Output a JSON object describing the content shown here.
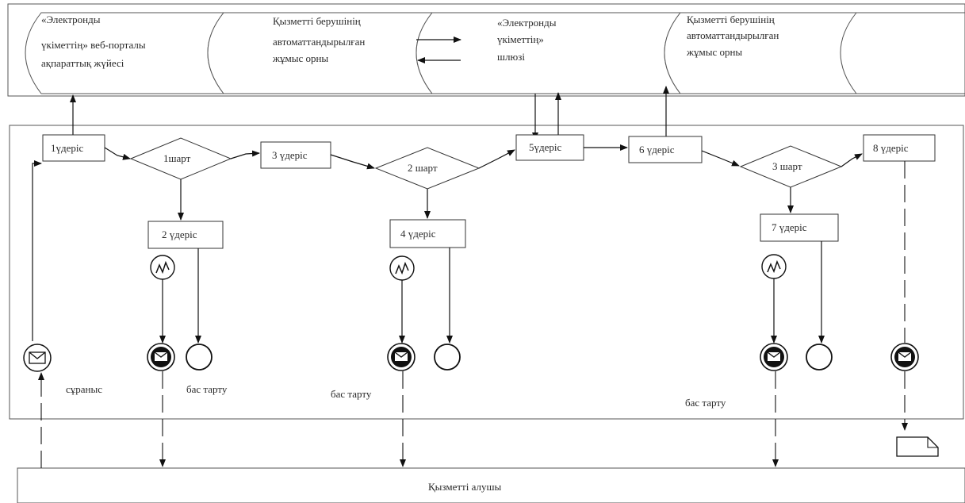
{
  "lanes": {
    "portal": [
      "«Электронды",
      "үкіметтің» веб-порталы",
      "ақпараттық жүйесі"
    ],
    "provider_workstation_1": [
      "Қызметті берушінің",
      "автоматтандырылған",
      "жұмыс орны"
    ],
    "gateway": [
      "«Электронды",
      "үкіметтің»",
      "шлюзі"
    ],
    "provider_workstation_2": [
      "Қызметті берушінің",
      "автоматтандырылған",
      "жұмыс орны"
    ],
    "recipient": "Қызметті алушы"
  },
  "processes": {
    "p1": "1үдеріс",
    "p2": "2 үдеріс",
    "p3": "3 үдеріс",
    "p4": "4 үдеріс",
    "p5": "5үдеріс",
    "p6": "6 үдеріс",
    "p7": "7 үдеріс",
    "p8": "8 үдеріс"
  },
  "conditions": {
    "c1": "1шарт",
    "c2": "2 шарт",
    "c3": "3 шарт"
  },
  "labels": {
    "request": "сұраныс",
    "refusal_1": "бас тарту",
    "refusal_2": "бас тарту",
    "refusal_3": "бас тарту"
  }
}
